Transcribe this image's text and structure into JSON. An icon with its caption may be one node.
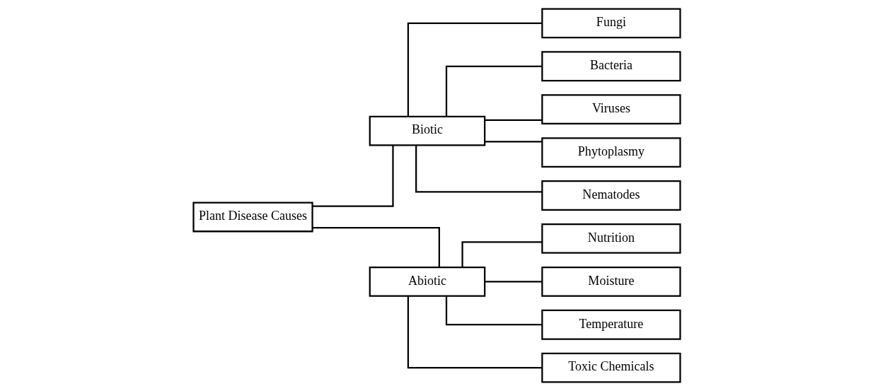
{
  "diagram": {
    "nodes": [
      {
        "text": [
          "Plant Disease Causes"
        ]
      },
      {
        "text": [
          "Biotic"
        ]
      },
      {
        "text": [
          "Abiotic"
        ]
      },
      {
        "text": [
          "Fungi"
        ]
      },
      {
        "text": [
          "Bacteria"
        ]
      },
      {
        "text": [
          "Viruses"
        ]
      },
      {
        "text": [
          "Phytoplasmy"
        ]
      },
      {
        "text": [
          "Nematodes"
        ]
      },
      {
        "text": [
          "Nutrition"
        ]
      },
      {
        "text": [
          "Moisture"
        ]
      },
      {
        "text": [
          "Temperature"
        ]
      },
      {
        "text": [
          "Toxic Chemicals"
        ]
      }
    ],
    "edges": [
      {
        "from": 0,
        "to": 1,
        "arrow": "none"
      },
      {
        "from": 0,
        "to": 2,
        "arrow": "none"
      },
      {
        "from": 1,
        "to": 3,
        "arrow": "none"
      },
      {
        "from": 1,
        "to": 4,
        "arrow": "none"
      },
      {
        "from": 1,
        "to": 5,
        "arrow": "none"
      },
      {
        "from": 1,
        "to": 6,
        "arrow": "none"
      },
      {
        "from": 1,
        "to": 7,
        "arrow": "none"
      },
      {
        "from": 2,
        "to": 8,
        "arrow": "none"
      },
      {
        "from": 2,
        "to": 9,
        "arrow": "none"
      },
      {
        "from": 2,
        "to": 10,
        "arrow": "none"
      },
      {
        "from": 2,
        "to": 11,
        "arrow": "none"
      }
    ]
  }
}
